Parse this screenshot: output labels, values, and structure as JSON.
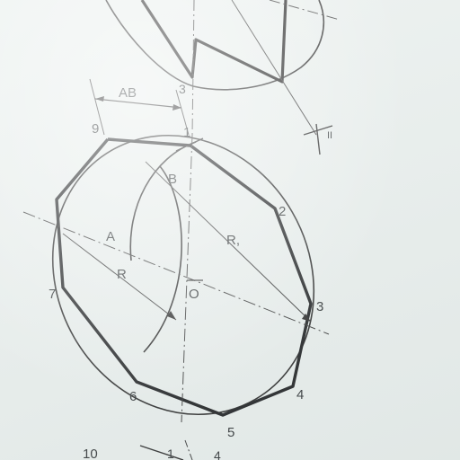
{
  "labels": {
    "dim_ab": "AB",
    "roman_ii": "II",
    "point_a": "A",
    "point_b": "B",
    "point_o": "O",
    "radius_r": "R",
    "radius_r1": "R,",
    "v1": "1",
    "v2": "2",
    "v3": "3",
    "v3_top": "3",
    "v4": "4",
    "v5": "5",
    "v6": "6",
    "v7": "7",
    "v9": "9",
    "n10": "10",
    "n1_bottom": "1",
    "n4_bottom": "4"
  },
  "colors": {
    "ink": "#1f2224",
    "paper": "#e9efed"
  }
}
